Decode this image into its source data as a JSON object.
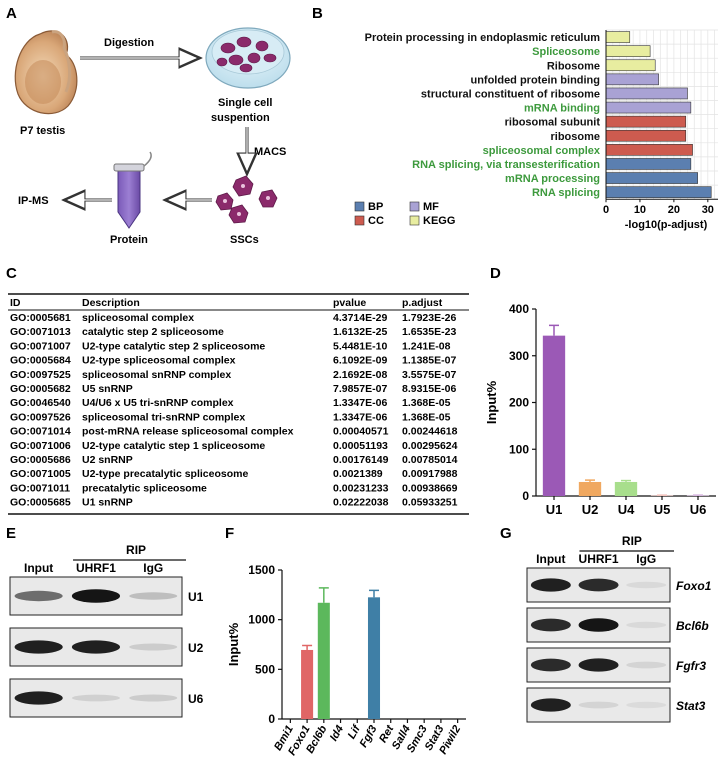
{
  "panels": {
    "A": "A",
    "B": "B",
    "C": "C",
    "D": "D",
    "E": "E",
    "F": "F",
    "G": "G"
  },
  "panel_a": {
    "p7": "P7 testis",
    "digestion": "Digestion",
    "suspension_line1": "Single cell",
    "suspension_line2": "suspention",
    "macs": "MACS",
    "sscs": "SSCs",
    "protein": "Protein",
    "ipms": "IP-MS"
  },
  "panel_b": {
    "legend": [
      {
        "label": "BP",
        "color": "#5b7fb0"
      },
      {
        "label": "MF",
        "color": "#a9a2d4"
      },
      {
        "label": "CC",
        "color": "#cd5b4f"
      },
      {
        "label": "KEGG",
        "color": "#e8eda0"
      }
    ]
  },
  "panel_c": {
    "headers": [
      "ID",
      "Description",
      "pvalue",
      "p.adjust"
    ],
    "rows": [
      [
        "GO:0005681",
        "spliceosomal complex",
        "4.3714E-29",
        "1.7923E-26"
      ],
      [
        "GO:0071013",
        "catalytic step 2 spliceosome",
        "1.6132E-25",
        "1.6535E-23"
      ],
      [
        "GO:0071007",
        "U2-type catalytic step 2 spliceosome",
        "5.4481E-10",
        "1.241E-08"
      ],
      [
        "GO:0005684",
        "U2-type spliceosomal complex",
        "6.1092E-09",
        "1.1385E-07"
      ],
      [
        "GO:0097525",
        "spliceosomal snRNP complex",
        "2.1692E-08",
        "3.5575E-07"
      ],
      [
        "GO:0005682",
        "U5 snRNP",
        "7.9857E-07",
        "8.9315E-06"
      ],
      [
        "GO:0046540",
        "U4/U6 x U5 tri-snRNP complex",
        "1.3347E-06",
        "1.368E-05"
      ],
      [
        "GO:0097526",
        "spliceosomal tri-snRNP complex",
        "1.3347E-06",
        "1.368E-05"
      ],
      [
        "GO:0071014",
        "post-mRNA release spliceosomal complex",
        "0.00040571",
        "0.00244618"
      ],
      [
        "GO:0071006",
        "U2-type catalytic step 1 spliceosome",
        "0.00051193",
        "0.00295624"
      ],
      [
        "GO:0005686",
        "U2 snRNP",
        "0.00176149",
        "0.00785014"
      ],
      [
        "GO:0071005",
        "U2-type precatalytic spliceosome",
        "0.0021389",
        "0.00917988"
      ],
      [
        "GO:0071011",
        "precatalytic spliceosome",
        "0.00231233",
        "0.00938669"
      ],
      [
        "GO:0005685",
        "U1 snRNP",
        "0.02222038",
        "0.05933251"
      ]
    ]
  },
  "panel_e": {
    "rip": "RIP",
    "lanes": [
      "Input",
      "UHRF1",
      "IgG"
    ],
    "rows": [
      "U1",
      "U2",
      "U6"
    ]
  },
  "panel_g": {
    "rip": "RIP",
    "lanes": [
      "Input",
      "UHRF1",
      "IgG"
    ],
    "rows": [
      "Foxo1",
      "Bcl6b",
      "Fgfr3",
      "Stat3"
    ]
  },
  "chart_data": [
    {
      "panel": "B",
      "type": "bar",
      "orientation": "horizontal",
      "categories": [
        "Protein processing in endoplasmic reticulum",
        "Spliceosome",
        "Ribosome",
        "unfolded protein binding",
        "structural constituent of ribosome",
        "mRNA binding",
        "ribosomal subunit",
        "ribosome",
        "spliceosomal complex",
        "RNA splicing, via transesterification",
        "mRNA processing",
        "RNA splicing"
      ],
      "values": [
        7,
        13,
        14.5,
        15.5,
        24,
        25,
        23.5,
        23.5,
        25.5,
        25,
        27,
        31
      ],
      "groups": [
        "KEGG",
        "KEGG",
        "KEGG",
        "MF",
        "MF",
        "MF",
        "CC",
        "CC",
        "CC",
        "BP",
        "BP",
        "BP"
      ],
      "highlight": [
        false,
        true,
        false,
        false,
        false,
        true,
        false,
        false,
        true,
        true,
        true,
        true
      ],
      "highlight_color": "#3d9a3d",
      "xlabel": "-log10(p-adjust)",
      "xlim": [
        0,
        33
      ],
      "xticks": [
        0,
        10,
        20,
        30
      ],
      "grid": true
    },
    {
      "panel": "D",
      "type": "bar",
      "categories": [
        "U1",
        "U2",
        "U4",
        "U5",
        "U6"
      ],
      "values": [
        343,
        30,
        30,
        1,
        1
      ],
      "errors": [
        22,
        4,
        3,
        1,
        1
      ],
      "colors": [
        "#9b59b6",
        "#f0a860",
        "#a8de8c",
        "#f5c6c0",
        "#d8b8e0"
      ],
      "ylabel": "Input%",
      "ylim": [
        0,
        400
      ],
      "yticks": [
        0,
        100,
        200,
        300,
        400
      ]
    },
    {
      "panel": "F",
      "type": "bar",
      "categories": [
        "Bmi1",
        "Foxo1",
        "Bcl6b",
        "Id4",
        "Lif",
        "Fgf3",
        "Ret",
        "Sall4",
        "Smc3",
        "Stat3",
        "Piwil2"
      ],
      "values": [
        0,
        695,
        1170,
        0,
        0,
        1225,
        0,
        0,
        0,
        0,
        0
      ],
      "errors": [
        0,
        45,
        150,
        0,
        0,
        70,
        0,
        0,
        0,
        0,
        0
      ],
      "colors": [
        "#e06666",
        "#e06666",
        "#5cb85c",
        "#5cb85c",
        "#5cb85c",
        "#3f7fa6",
        "#3f7fa6",
        "#3f7fa6",
        "#3f7fa6",
        "#3f7fa6",
        "#3f7fa6"
      ],
      "ylabel": "Input%",
      "ylim": [
        0,
        1500
      ],
      "yticks": [
        0,
        500,
        1000,
        1500
      ]
    }
  ]
}
